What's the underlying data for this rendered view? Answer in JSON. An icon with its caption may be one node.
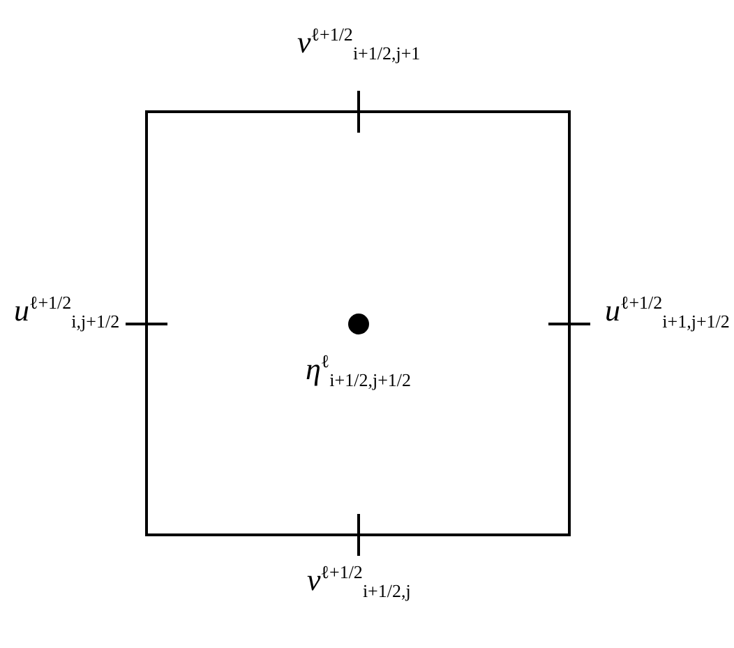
{
  "diagram": {
    "labels": [
      "*v*$^{ℓ+1/2}$$_{i+1/2,j+1}$",
      "*u*$^{ℓ+1/2}$$_{i,j+1/2}$",
      "*u*$^{ℓ+1/2}$$_{i+1,j+1/2}$",
      "*η*$^{ℓ}$$_{i+1/2,j+1/2}$",
      "*v*$^{ℓ+1/2}$$_{i+1/2,j}$"
    ]
  }
}
